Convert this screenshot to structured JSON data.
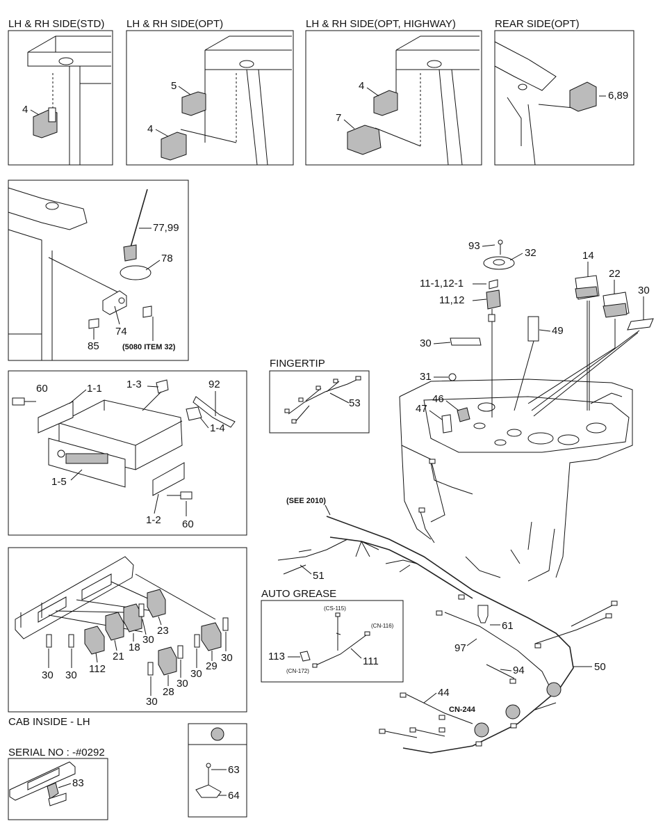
{
  "headers": {
    "lh_rh_std": "LH & RH SIDE(STD)",
    "lh_rh_opt": "LH & RH SIDE(OPT)",
    "lh_rh_opt_highway": "LH & RH SIDE(OPT, HIGHWAY)",
    "rear_side_opt": "REAR SIDE(OPT)"
  },
  "panel_std": {
    "p4": "4"
  },
  "panel_opt": {
    "p5": "5",
    "p4": "4"
  },
  "panel_highway": {
    "p4": "4",
    "p7": "7"
  },
  "panel_rear": {
    "p689": "6,89"
  },
  "antenna": {
    "p7799": "77,99",
    "p78": "78",
    "p74": "74",
    "p85": "85",
    "ref": "(5080 ITEM 32)"
  },
  "radio": {
    "p60a": "60",
    "p1_1": "1-1",
    "p1_3": "1-3",
    "p92": "92",
    "p1_4": "1-4",
    "p1_5": "1-5",
    "p1_2": "1-2",
    "p60b": "60"
  },
  "fingertip": {
    "title": "FINGERTIP",
    "p53": "53"
  },
  "console": {
    "p93": "93",
    "p32": "32",
    "p11_1": "11-1,12-1",
    "p11_12": "11,12",
    "p14": "14",
    "p22": "22",
    "p30a": "30",
    "p49": "49",
    "p30b": "30",
    "p31": "31",
    "p46": "46",
    "p47": "47"
  },
  "harness": {
    "see": "(SEE 2010)",
    "p51": "51",
    "p61": "61",
    "p97": "97",
    "p50": "50",
    "p94": "94",
    "p44": "44",
    "cn244": "CN-244"
  },
  "auto_grease": {
    "title": "AUTO GREASE",
    "cs115": "(CS-115)",
    "cn116": "(CN-116)",
    "p113": "113",
    "cn172": "(CN-172)",
    "p111": "111"
  },
  "switches": {
    "p23": "23",
    "p30a": "30",
    "p18": "18",
    "p21": "21",
    "p30b": "30",
    "p29": "29",
    "p30c": "30",
    "p30d": "30",
    "p30e": "30",
    "p112": "112",
    "p28": "28",
    "p30f": "30",
    "p30g": "30",
    "caption": "CAB INSIDE - LH"
  },
  "serial": {
    "caption": "SERIAL NO : -#0292",
    "p83": "83"
  },
  "legend": {
    "p63": "63",
    "p64": "64"
  }
}
